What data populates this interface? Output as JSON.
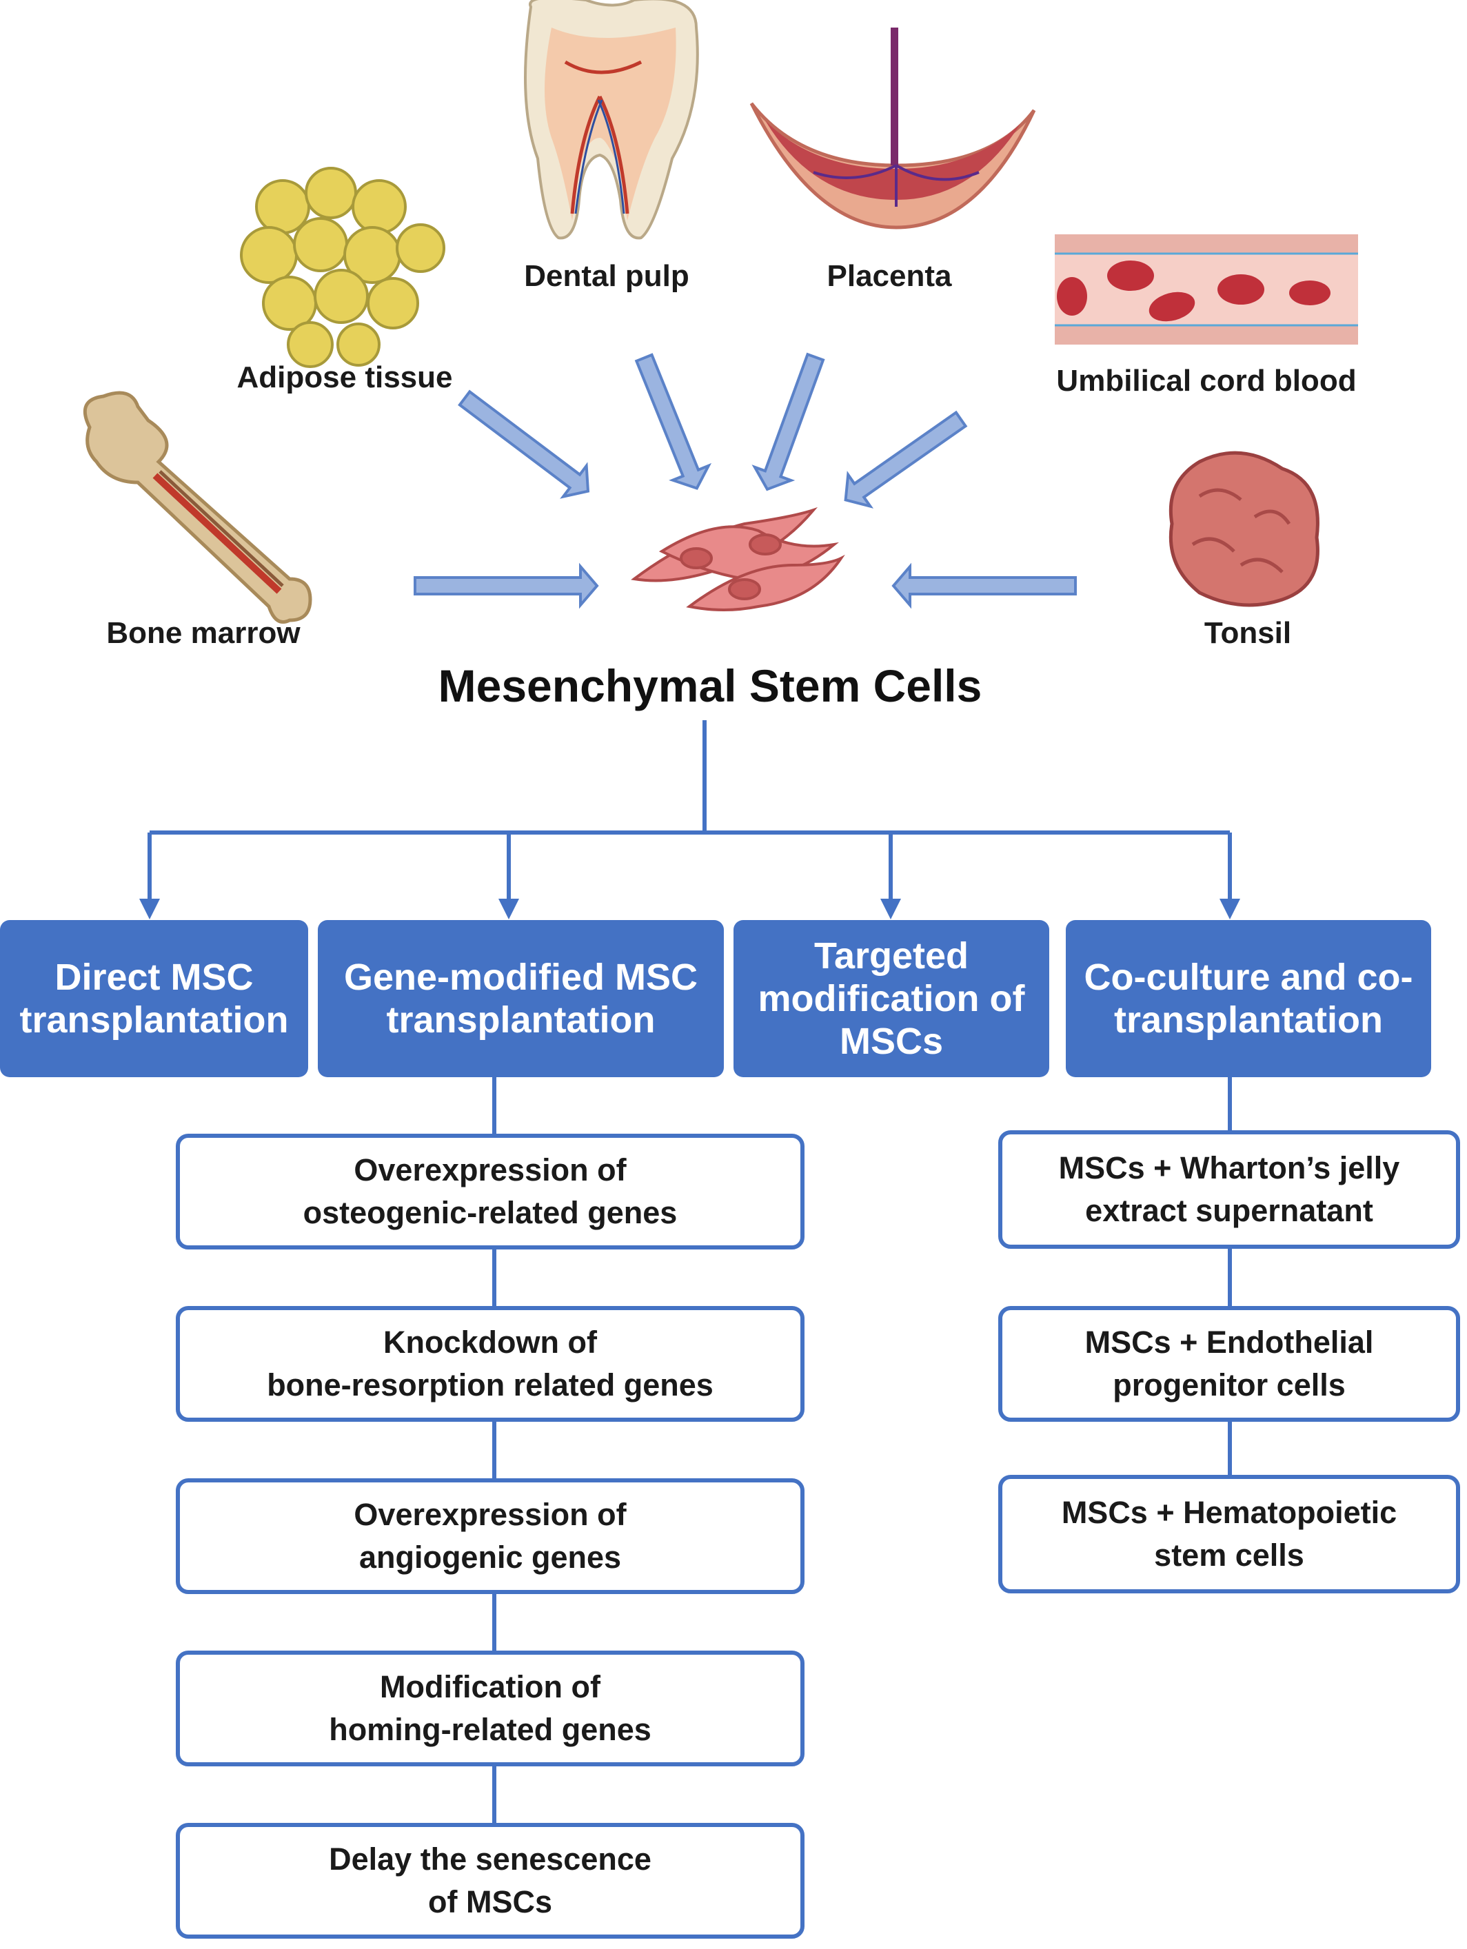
{
  "title": "Mesenchymal Stem Cells",
  "sources": [
    {
      "label": "Dental pulp"
    },
    {
      "label": "Placenta"
    },
    {
      "label": "Adipose tissue"
    },
    {
      "label": "Umbilical cord blood"
    },
    {
      "label": "Bone marrow"
    },
    {
      "label": "Tonsil"
    }
  ],
  "categories": [
    {
      "label": "Direct MSC transplantation"
    },
    {
      "label": "Gene-modified MSC transplantation"
    },
    {
      "label": "Targeted modification of MSCs"
    },
    {
      "label": "Co-culture and co-transplantation"
    }
  ],
  "gene_modified_steps": [
    {
      "label": "Overexpression of\nosteogenic-related genes"
    },
    {
      "label": "Knockdown of\nbone-resorption related genes"
    },
    {
      "label": "Overexpression of\nangiogenic genes"
    },
    {
      "label": "Modification of\nhoming-related genes"
    },
    {
      "label": "Delay the senescence\nof MSCs"
    }
  ],
  "coculture_steps": [
    {
      "label": "MSCs + Wharton’s jelly\nextract supernatant"
    },
    {
      "label": "MSCs + Endothelial\nprogenitor cells"
    },
    {
      "label": "MSCs + Hematopoietic\nstem cells"
    }
  ],
  "colors": {
    "accent": "#4472c4",
    "arrow_fill": "#9bb4e0",
    "arrow_stroke": "#5b82c8",
    "cell": "#e88a8a"
  }
}
